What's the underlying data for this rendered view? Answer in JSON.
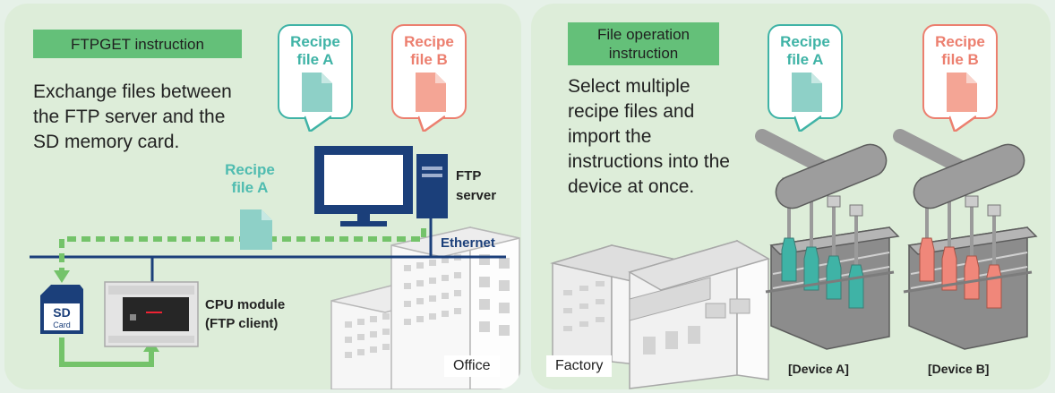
{
  "left": {
    "instruction": "FTPGET instruction",
    "description": [
      "Exchange files between",
      "the FTP server and the",
      "SD memory card."
    ],
    "bubble_a": "Recipe\nfile A",
    "bubble_b": "Recipe\nfile B",
    "transfer_label": "Recipe\nfile A",
    "server_label": "FTP\nserver",
    "network_label": "Ethernet",
    "sd_card": {
      "big": "SD",
      "small": "Card"
    },
    "cpu_label": "CPU module\n(FTP client)",
    "office_label": "Office"
  },
  "right": {
    "instruction": "File operation\ninstruction",
    "description": [
      "Select multiple",
      "recipe files and",
      "import the",
      "instructions into the",
      "device at once."
    ],
    "bubble_a": "Recipe\nfile A",
    "bubble_b": "Recipe\nfile B",
    "factory_label": "Factory",
    "device_a": "[Device A]",
    "device_b": "[Device B]"
  },
  "colors": {
    "panel": "#ddedd9",
    "accent_green": "#64c079",
    "file_a": "#3fb3a6",
    "file_b": "#ec7f6f",
    "network": "#1b3f7a",
    "dashed_line": "#74c36a"
  }
}
